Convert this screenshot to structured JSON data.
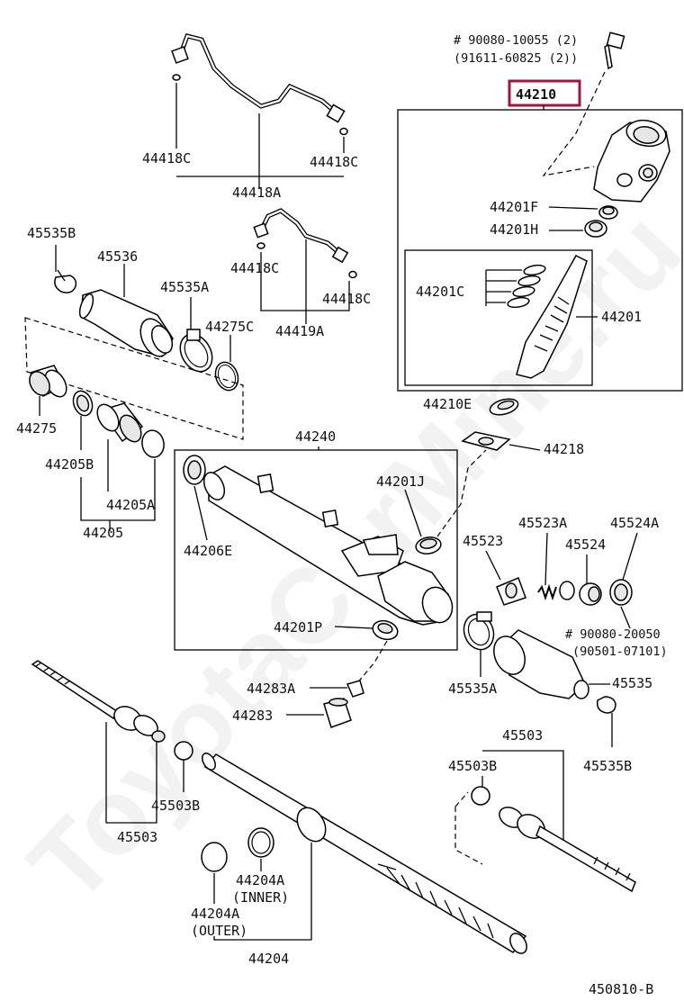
{
  "watermark": "ToyotaCarMine.ru",
  "highlight_color": "#a0153e",
  "highlighted_part": "44210",
  "labels": {
    "bolt_note_1": "# 90080-10055 (2)",
    "bolt_note_2": "(91611-60825 (2))",
    "p44210": "44210",
    "p44201F": "44201F",
    "p44201H": "44201H",
    "p44201C": "44201C",
    "p44201": "44201",
    "p44418C_a": "44418C",
    "p44418C_b": "44418C",
    "p44418A": "44418A",
    "p44418C_c": "44418C",
    "p44418C_d": "44418C",
    "p44419A": "44419A",
    "p45535B_top": "45535B",
    "p45536": "45536",
    "p45535A_top": "45535A",
    "p44275C": "44275C",
    "p44275": "44275",
    "p44205B": "44205B",
    "p44205A": "44205A",
    "p44205": "44205",
    "p44240": "44240",
    "p44201J": "44201J",
    "p44206E": "44206E",
    "p44201P": "44201P",
    "p44210E": "44210E",
    "p44218": "44218",
    "p45523A": "45523A",
    "p45524A": "45524A",
    "p45523": "45523",
    "p45524": "45524",
    "nut_note_1": "# 90080-20050",
    "nut_note_2": "(90501-07101)",
    "p45535A_bot": "45535A",
    "p45535_bot": "45535",
    "p45535B_bot": "45535B",
    "p44283A": "44283A",
    "p44283": "44283",
    "p45503B_left": "45503B",
    "p45503_left": "45503",
    "p45503_right": "45503",
    "p45503B_right": "45503B",
    "p44204A_inner": "44204A",
    "inner_note": "(INNER)",
    "p44204A_outer": "44204A",
    "outer_note": "(OUTER)",
    "p44204": "44204",
    "diagram_id": "450810-B"
  }
}
